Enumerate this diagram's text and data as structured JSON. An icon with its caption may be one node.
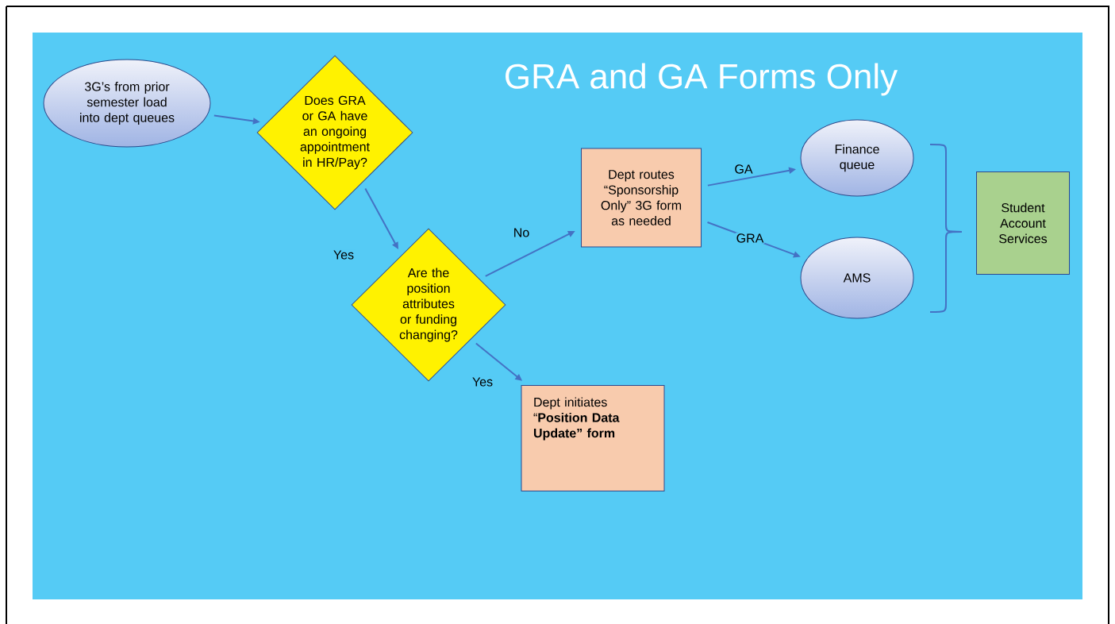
{
  "diagram": {
    "title": "GRA and GA Forms Only",
    "nodes": [
      {
        "text": [
          "3G’s from prior semester load into dept queues"
        ]
      },
      {
        "text": [
          "Does GRA or GA have an ongoing appointment in HR/Pay?"
        ]
      },
      {
        "text": [
          "Are the position attributes or funding changing?"
        ]
      },
      {
        "text": [
          "Dept routes “Sponsorship Only” 3G form as needed"
        ]
      },
      {
        "text": [
          "Dept initiates “**Position Data Update” form**"
        ]
      },
      {
        "text": [
          "Finance queue"
        ]
      },
      {
        "text": [
          "AMS"
        ]
      },
      {
        "text": [
          "Student Account Services"
        ]
      }
    ],
    "edges": [
      {
        "from": 0,
        "to": 1,
        "arrow": "to"
      },
      {
        "from": 1,
        "to": 2,
        "arrow": "to",
        "label": "Yes"
      },
      {
        "from": 2,
        "to": 3,
        "arrow": "to",
        "label": "No"
      },
      {
        "from": 2,
        "to": 4,
        "arrow": "to",
        "label": "Yes"
      },
      {
        "from": 3,
        "to": 5,
        "arrow": "to",
        "label": "GA"
      },
      {
        "from": 3,
        "to": 6,
        "arrow": "to",
        "label": "GRA"
      }
    ]
  }
}
